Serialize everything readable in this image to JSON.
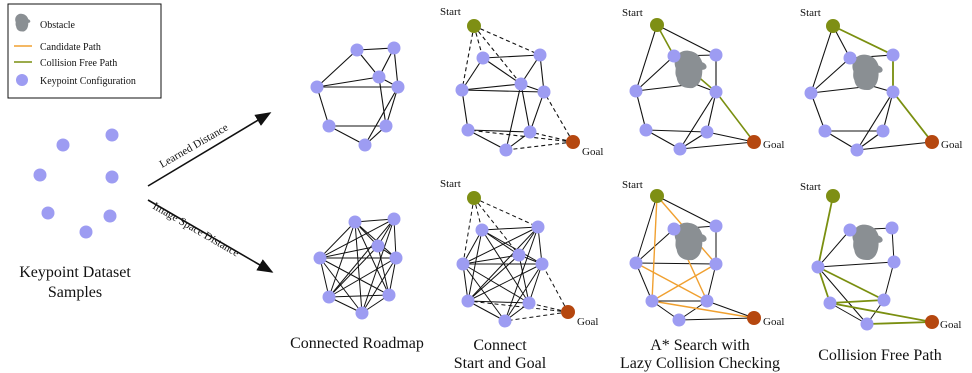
{
  "legend": {
    "items": [
      {
        "label": "Obstacle",
        "icon": "obstacle-icon",
        "color": "#8a8f93"
      },
      {
        "label": "Candidate Path",
        "icon": "candidate-path-line",
        "color": "#f0a030"
      },
      {
        "label": "Collision Free Path",
        "icon": "collision-free-path-line",
        "color": "#7a8f10"
      },
      {
        "label": "Keypoint Configuration",
        "icon": "keypoint-dot-icon",
        "color": "#9d9cf2"
      }
    ]
  },
  "left_caption": {
    "line1": "Keypoint Dataset",
    "line2": "Samples"
  },
  "arrows": {
    "top_label": "Learned Distance",
    "bottom_label": "Image Space Distance"
  },
  "nodes": {
    "start_label": "Start",
    "goal_label": "Goal"
  },
  "captions": {
    "col1": "Connected Roadmap",
    "col2_line1": "Connect",
    "col2_line2": "Start and Goal",
    "col3_line1": "A* Search with",
    "col3_line2": "Lazy Collision Checking",
    "col4": "Collision Free Path"
  },
  "colors": {
    "keypoint": "#9d9cf2",
    "start": "#7e8f14",
    "goal": "#b5470f",
    "obstacle": "#8a8f93",
    "candidate": "#f0a030",
    "free": "#7a8f10"
  }
}
